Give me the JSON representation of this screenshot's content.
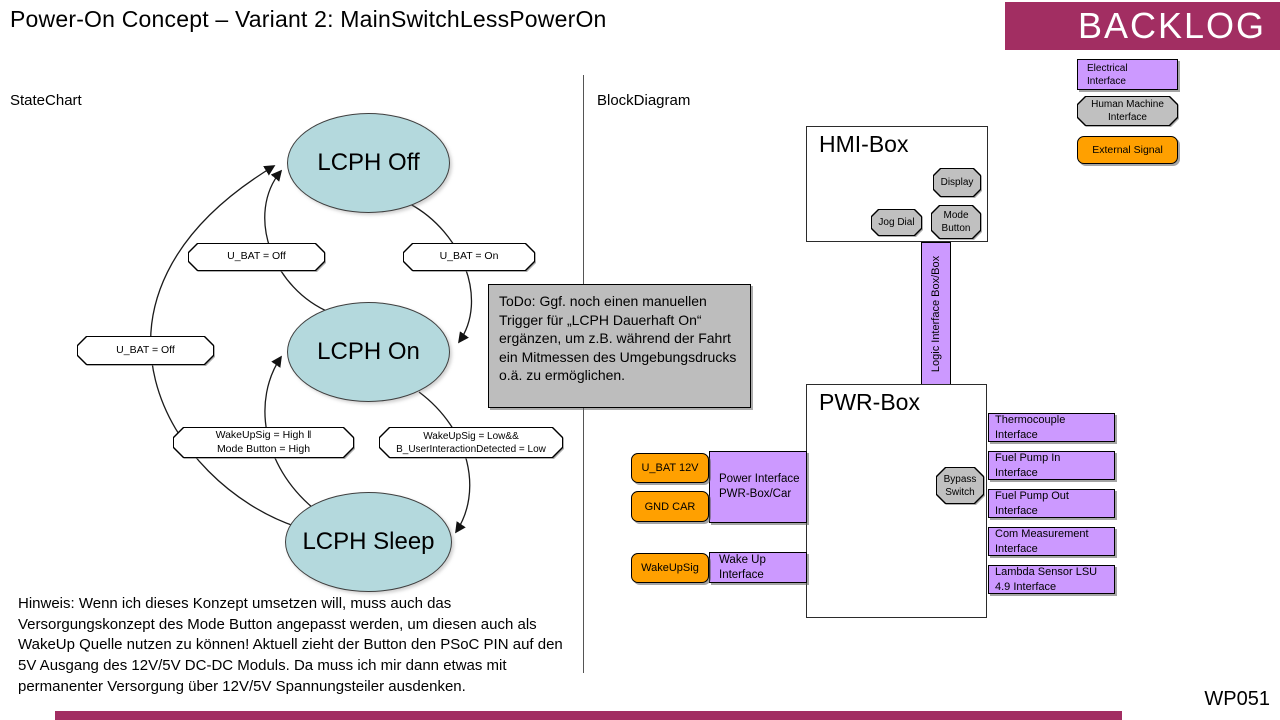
{
  "slide": {
    "title": "Power-On Concept – Variant 2: MainSwitchLessPowerOn",
    "banner": "BACKLOG",
    "footer_code": "WP051"
  },
  "legend": {
    "electrical": "Electrical\nInterface",
    "human_machine": "Human Machine\nInterface",
    "external": "External Signal"
  },
  "statechart": {
    "section_label": "StateChart",
    "states": {
      "off": "LCPH Off",
      "on": "LCPH On",
      "sleep": "LCPH Sleep"
    },
    "transitions": {
      "ubat_off_center": "U_BAT = Off",
      "ubat_on": "U_BAT = On",
      "ubat_off_left": "U_BAT = Off",
      "wake_high": "WakeUpSig = High ‖\nMode Button = High",
      "wake_low": "WakeUpSig = Low&&\nB_UserInteractionDetected = Low"
    },
    "todo_note": "ToDo: Ggf. noch einen manuellen Trigger für „LCPH Dauerhaft On“ ergänzen, um z.B. während der Fahrt ein Mitmessen des Umgebungsdrucks o.ä. zu ermöglichen.",
    "hinweis_note": "Hinweis: Wenn ich dieses Konzept umsetzen will, muss auch das Versorgungskonzept des Mode Button angepasst werden, um diesen auch als WakeUp Quelle nutzen zu können! Aktuell zieht der Button den PSoC PIN auf den 5V Ausgang des 12V/5V DC-DC Moduls. Da muss ich mir dann etwas mit permanenter Versorgung über 12V/5V Spannungsteiler ausdenken."
  },
  "blockdiagram": {
    "section_label": "BlockDiagram",
    "hmi_box": {
      "title": "HMI-Box",
      "display": "Display",
      "jog_dial": "Jog Dial",
      "mode_button": "Mode\nButton"
    },
    "bus_label": "Logic Interface Box/Box",
    "pwr_box": {
      "title": "PWR-Box",
      "bypass": "Bypass\nSwitch"
    },
    "signals": {
      "ubat": "U_BAT 12V",
      "gnd": "GND CAR",
      "wakeup": "WakeUpSig"
    },
    "left_interfaces": {
      "power": "Power Interface\nPWR-Box/Car",
      "wakeup": "Wake Up\nInterface"
    },
    "right_interfaces": [
      "Thermocouple\nInterface",
      "Fuel Pump In\nInterface",
      "Fuel Pump Out\nInterface",
      "Com Measurement\nInterface",
      "Lambda Sensor LSU\n4.9 Interface"
    ]
  },
  "colors": {
    "banner": "#A22E62",
    "electrical": "#CC99FF",
    "signal": "#FFA000",
    "hmi_component": "#C0C0C0",
    "state_fill": "#B4D9DD",
    "note_fill": "#BDBDBD"
  }
}
